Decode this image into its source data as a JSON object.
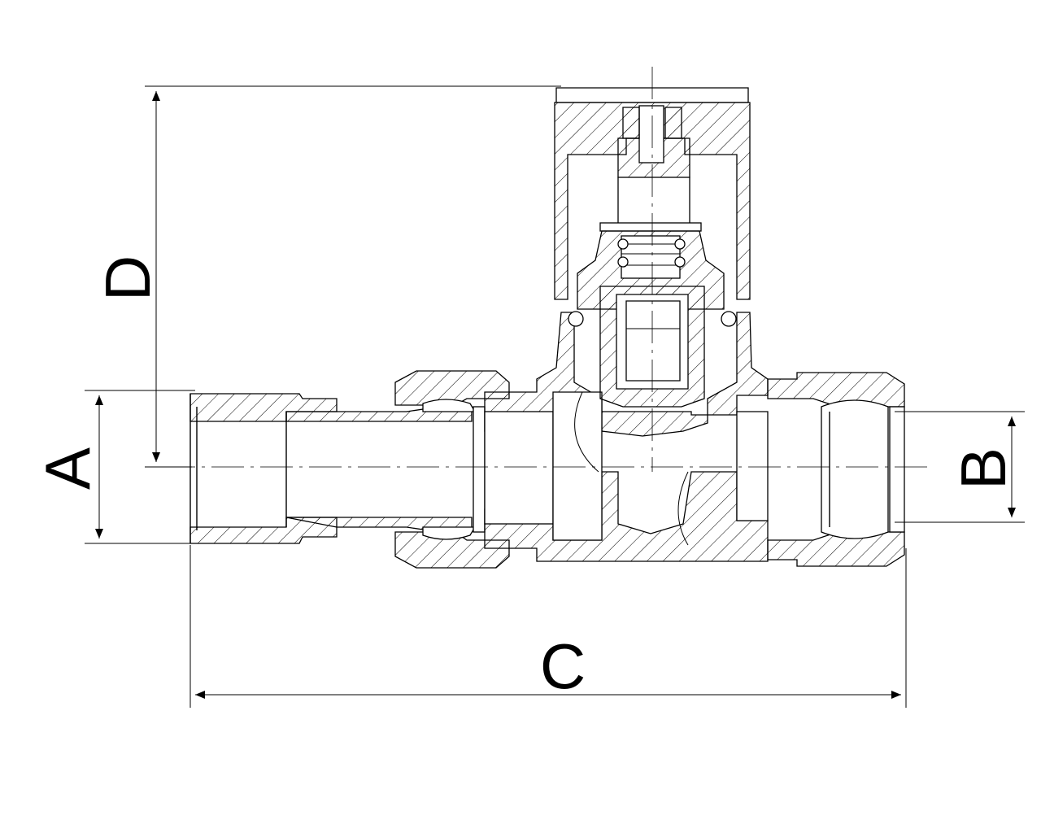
{
  "labels": {
    "dim_a": "A",
    "dim_b": "B",
    "dim_c": "C",
    "dim_d": "D"
  },
  "colors": {
    "line": "#000000",
    "background": "#ffffff"
  }
}
